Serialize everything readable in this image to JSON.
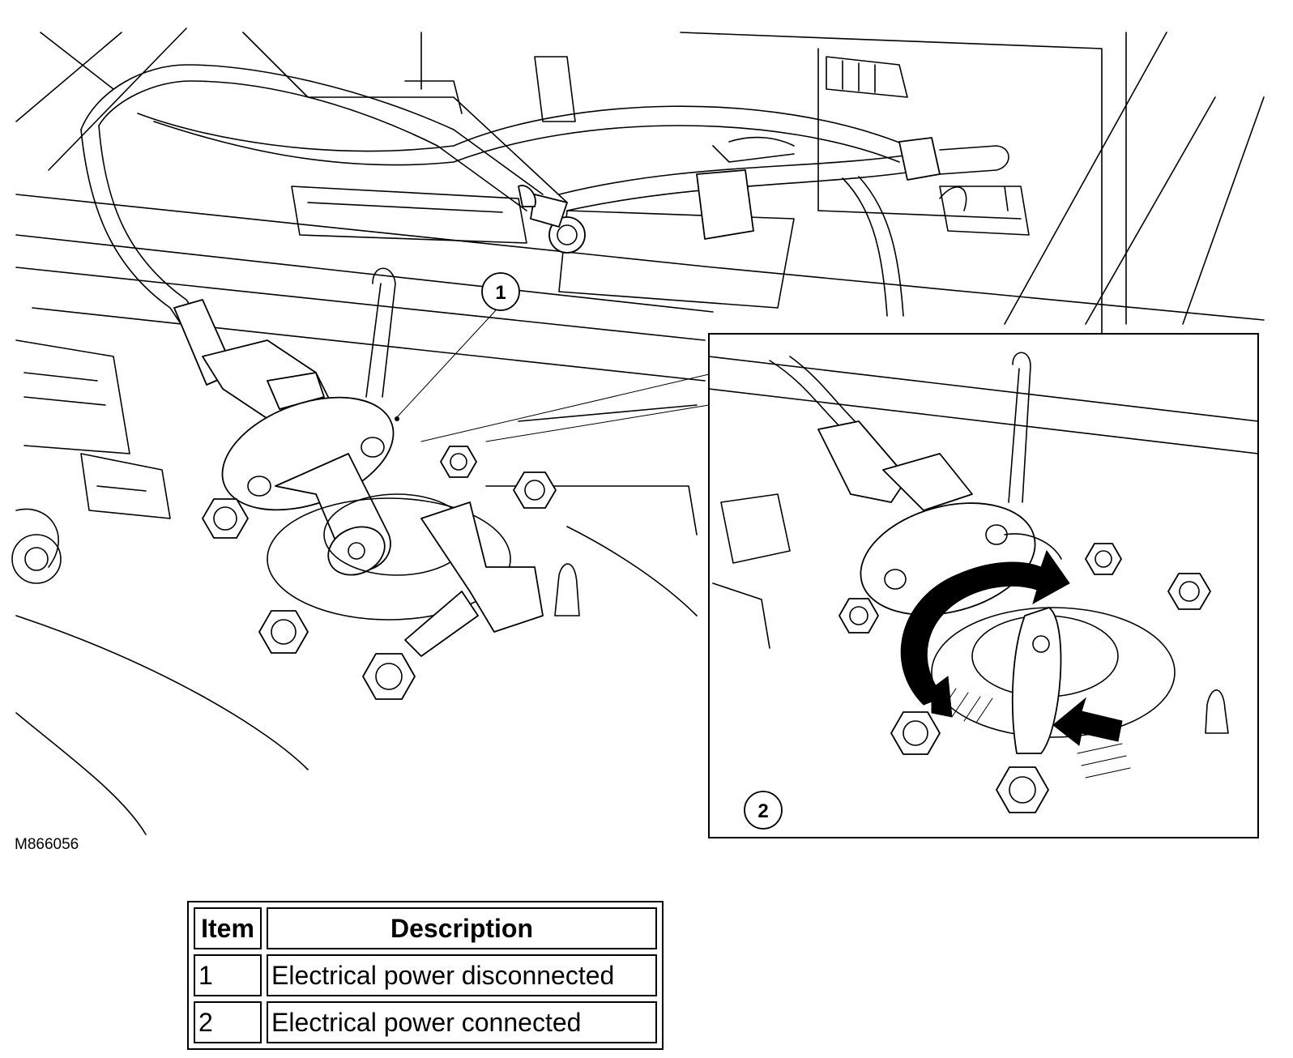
{
  "figure": {
    "id_label": "M866056",
    "callouts": [
      "1",
      "2"
    ]
  },
  "legend": {
    "headers": {
      "item": "Item",
      "description": "Description"
    },
    "rows": [
      {
        "item": "1",
        "description": "Electrical power disconnected"
      },
      {
        "item": "2",
        "description": "Electrical power connected"
      }
    ]
  }
}
